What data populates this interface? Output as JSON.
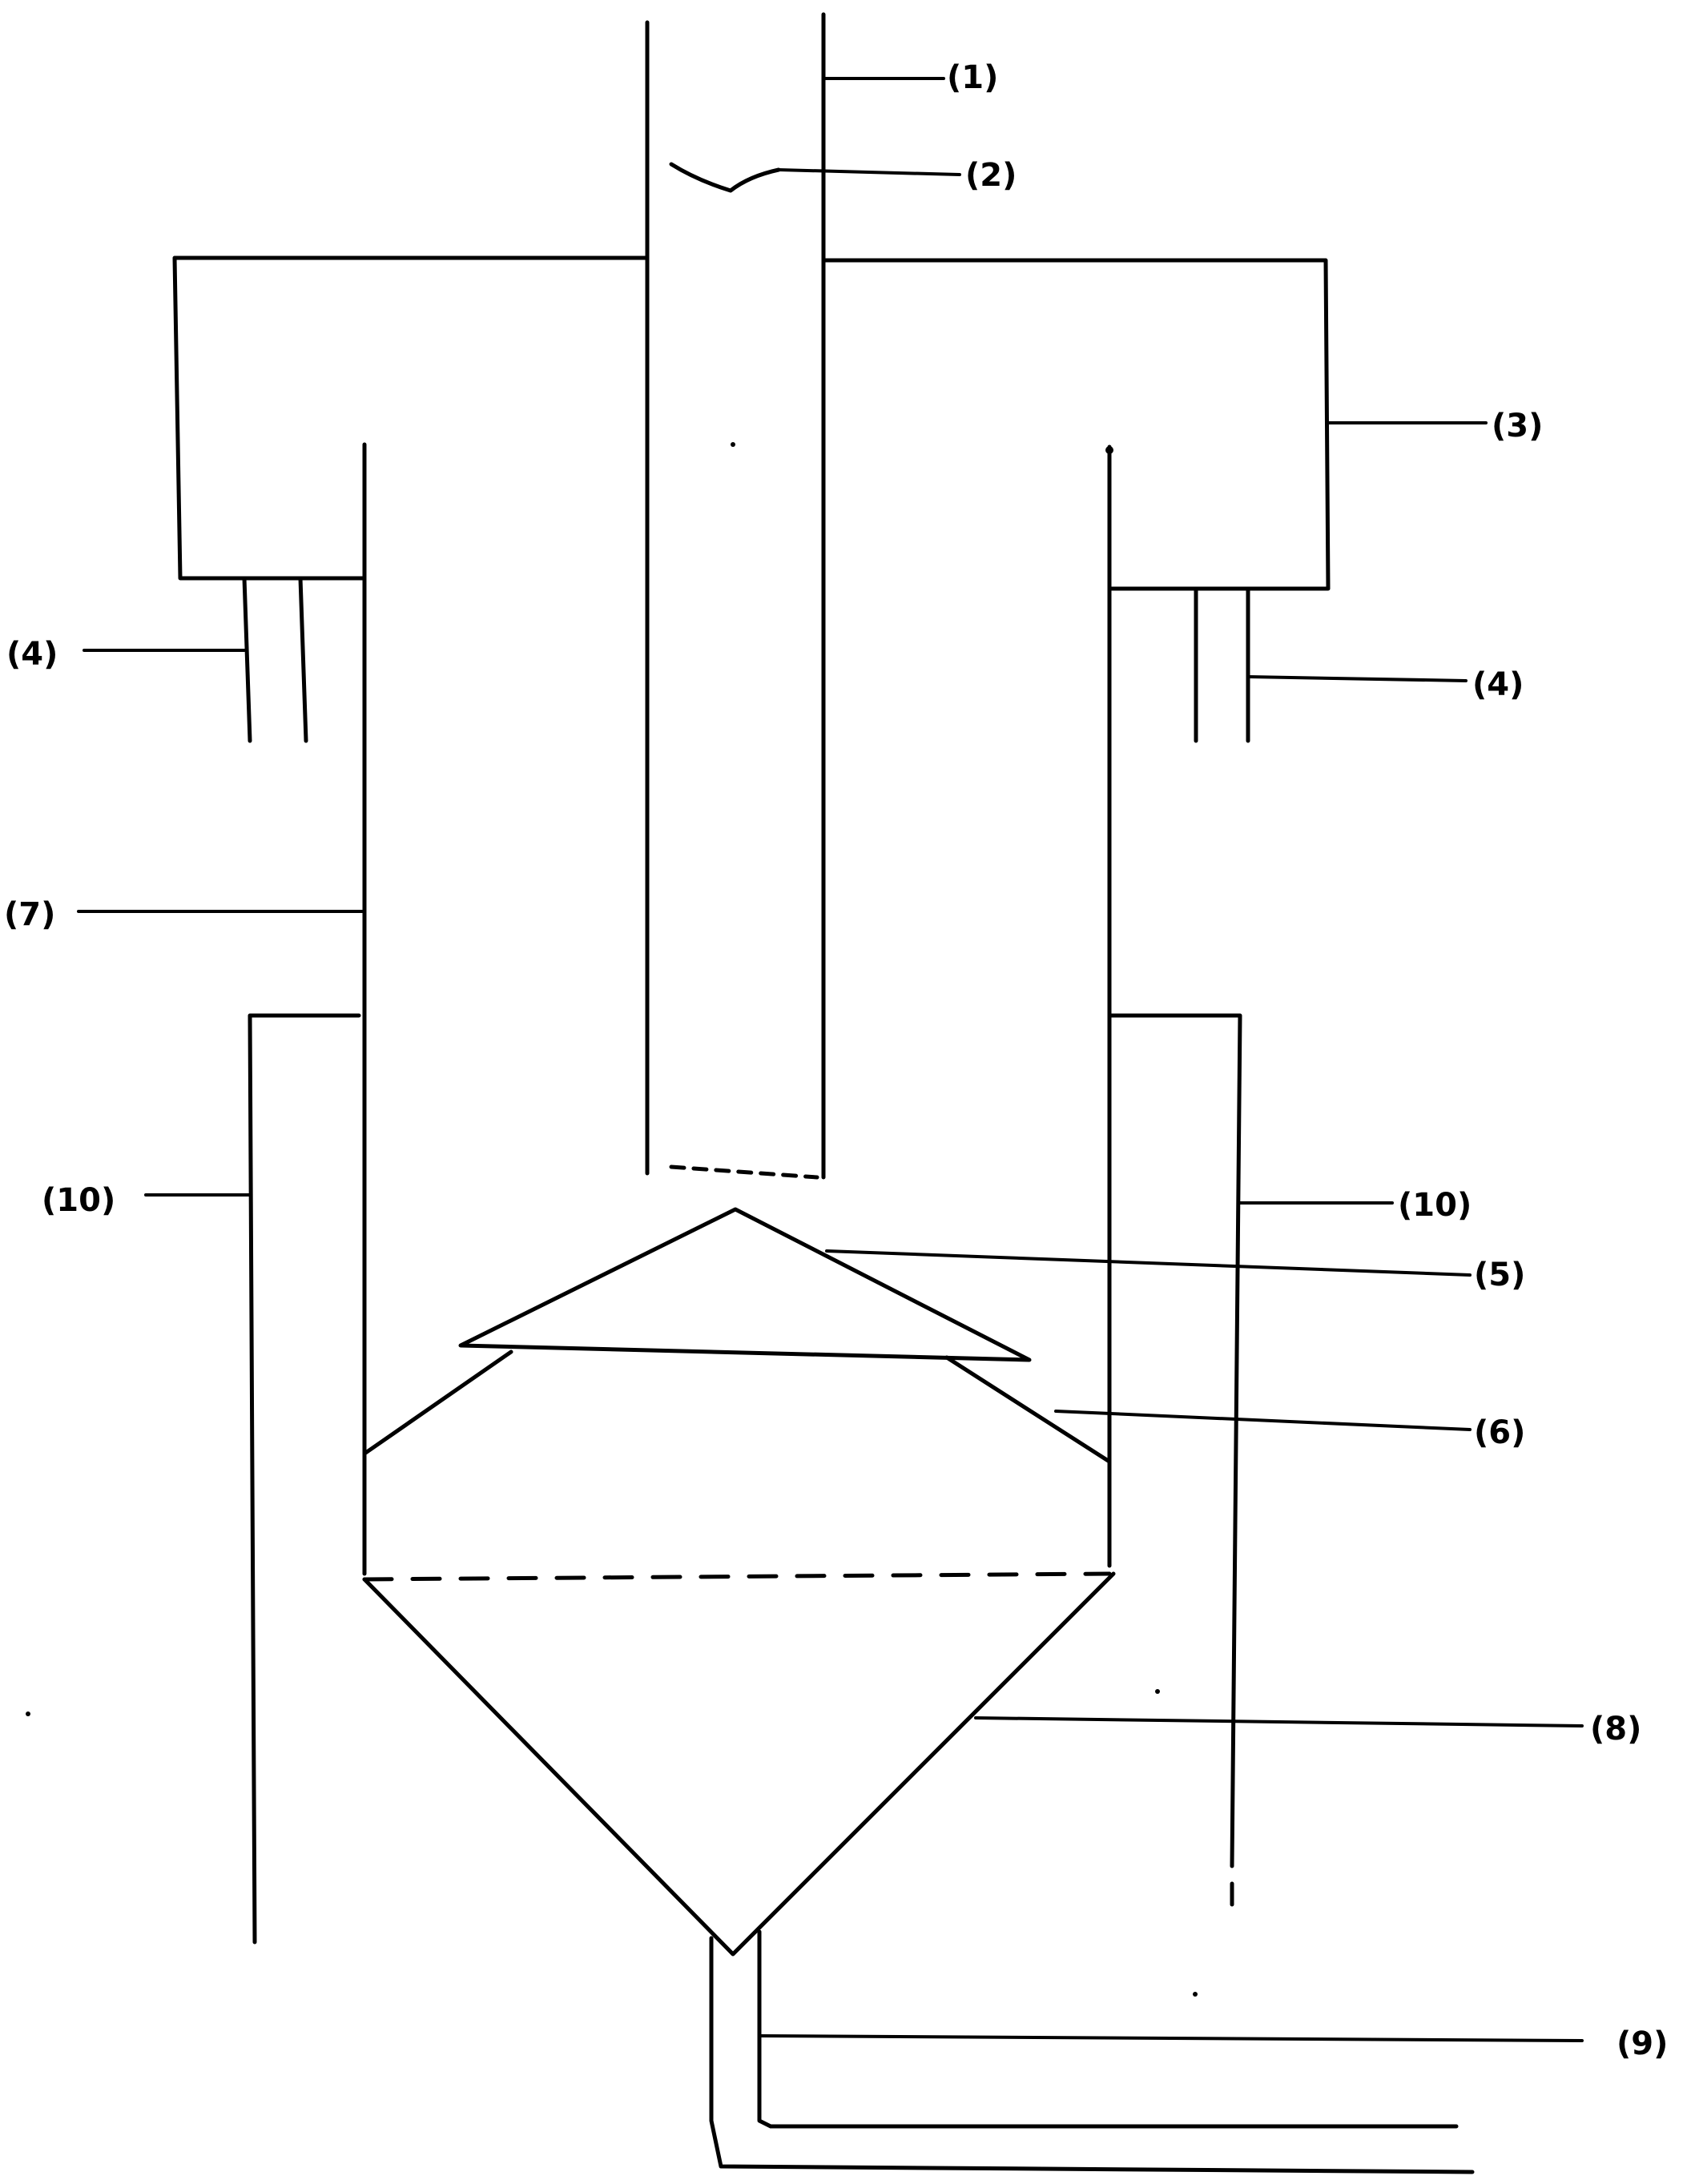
{
  "diagram": {
    "labels": {
      "l1": "(1)",
      "l2": "(2)",
      "l3": "(3)",
      "l4_left": "(4)",
      "l4_right": "(4)",
      "l5": "(5)",
      "l6": "(6)",
      "l7": "(7)",
      "l8": "(8)",
      "l9": "(9)",
      "l10_left": "(10)",
      "l10_right": "(10)"
    }
  }
}
